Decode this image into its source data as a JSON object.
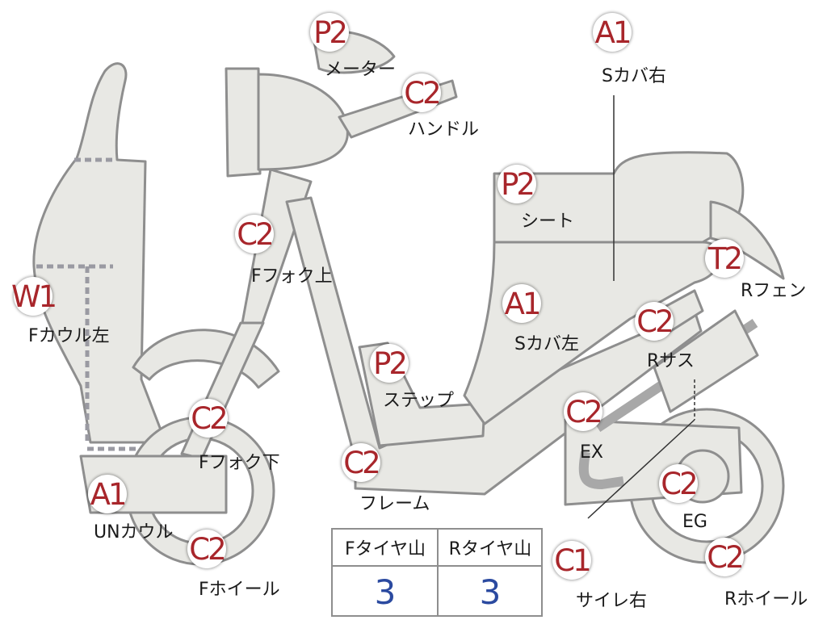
{
  "markers": [
    {
      "id": "meter",
      "code": "P2",
      "label": "メーター"
    },
    {
      "id": "handle",
      "code": "C2",
      "label": "ハンドル"
    },
    {
      "id": "side-cover-right",
      "code": "A1",
      "label": "Sカバ右"
    },
    {
      "id": "seat",
      "code": "P2",
      "label": "シート"
    },
    {
      "id": "front-fork-upper",
      "code": "C2",
      "label": "Fフォク上"
    },
    {
      "id": "rear-fender",
      "code": "T2",
      "label": "Rフェン"
    },
    {
      "id": "front-cowl-left",
      "code": "W1",
      "label": "Fカウル左"
    },
    {
      "id": "side-cover-left",
      "code": "A1",
      "label": "Sカバ左"
    },
    {
      "id": "rear-suspension",
      "code": "C2",
      "label": "Rサス"
    },
    {
      "id": "step",
      "code": "P2",
      "label": "ステップ"
    },
    {
      "id": "front-fork-lower",
      "code": "C2",
      "label": "Fフォク下"
    },
    {
      "id": "exhaust",
      "code": "C2",
      "label": "EX"
    },
    {
      "id": "frame",
      "code": "C2",
      "label": "フレーム"
    },
    {
      "id": "engine",
      "code": "C2",
      "label": "EG"
    },
    {
      "id": "under-cowl",
      "code": "A1",
      "label": "UNカウル"
    },
    {
      "id": "front-wheel",
      "code": "C2",
      "label": "Fホイール"
    },
    {
      "id": "silencer-right",
      "code": "C1",
      "label": "サイレ右"
    },
    {
      "id": "rear-wheel",
      "code": "C2",
      "label": "Rホイール"
    }
  ],
  "tire_table": {
    "headers": [
      "Fタイヤ山",
      "Rタイヤ山"
    ],
    "values": [
      "3",
      "3"
    ]
  },
  "colors": {
    "marker_text": "#a8262b",
    "table_value": "#2b4aa0",
    "part_fill": "#e8e8e4",
    "part_outline": "#8e8e8e"
  }
}
